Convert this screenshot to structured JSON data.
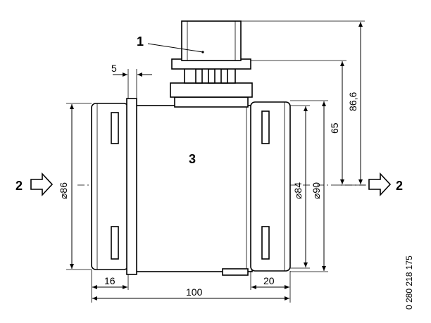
{
  "labels": {
    "connector": "1",
    "flow_in": "2",
    "flow_out": "2",
    "body": "3"
  },
  "dimensions": {
    "flange_thickness": "5",
    "dia_inlet": "⌀86",
    "dia_84": "⌀84",
    "dia_90": "⌀90",
    "height_65": "65",
    "height_86_6": "86,6",
    "len_16": "16",
    "len_100": "100",
    "len_20": "20"
  },
  "part_number": "0 280 218 175"
}
